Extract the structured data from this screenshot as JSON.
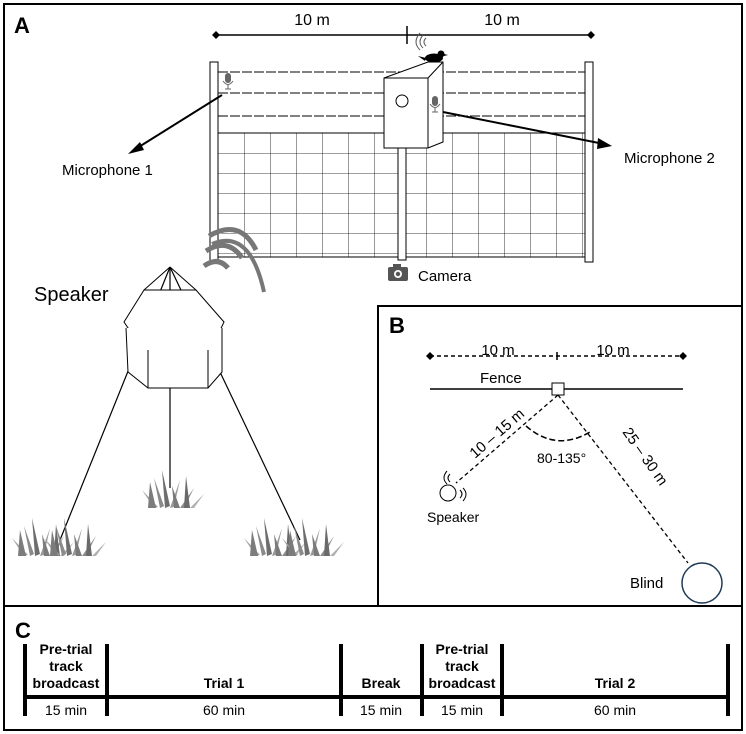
{
  "panels": {
    "a": {
      "label": "A"
    },
    "b": {
      "label": "B"
    },
    "c": {
      "label": "C"
    }
  },
  "panel_a": {
    "left_span": "10 m",
    "right_span": "10 m",
    "microphone_1": "Microphone 1",
    "microphone_2": "Microphone 2",
    "camera": "Camera",
    "speaker": "Speaker",
    "icons": [
      "microphone-icon",
      "camera-icon",
      "bird-icon",
      "sound-waves-icon",
      "grass-icon"
    ]
  },
  "panel_b": {
    "left_span": "10 m",
    "right_span": "10 m",
    "fence": "Fence",
    "speaker_distance": "10 – 15 m",
    "blind_distance": "25 – 30 m",
    "angle": "80-135°",
    "speaker": "Speaker",
    "blind": "Blind"
  },
  "timeline": {
    "segments": [
      {
        "label": [
          "Pre-trial",
          "track",
          "broadcast"
        ],
        "duration": "15 min"
      },
      {
        "label": [
          "Trial 1"
        ],
        "duration": "60 min"
      },
      {
        "label": [
          "Break"
        ],
        "duration": "15 min"
      },
      {
        "label": [
          "Pre-trial",
          "track",
          "broadcast"
        ],
        "duration": "15 min"
      },
      {
        "label": [
          "Trial 2"
        ],
        "duration": "60 min"
      }
    ]
  },
  "colors": {
    "line": "#000000",
    "frame": "#000000",
    "fill": "#ffffff",
    "grey": "#808080",
    "dark_grey": "#666666",
    "blind_stroke": "#1f3b57"
  }
}
